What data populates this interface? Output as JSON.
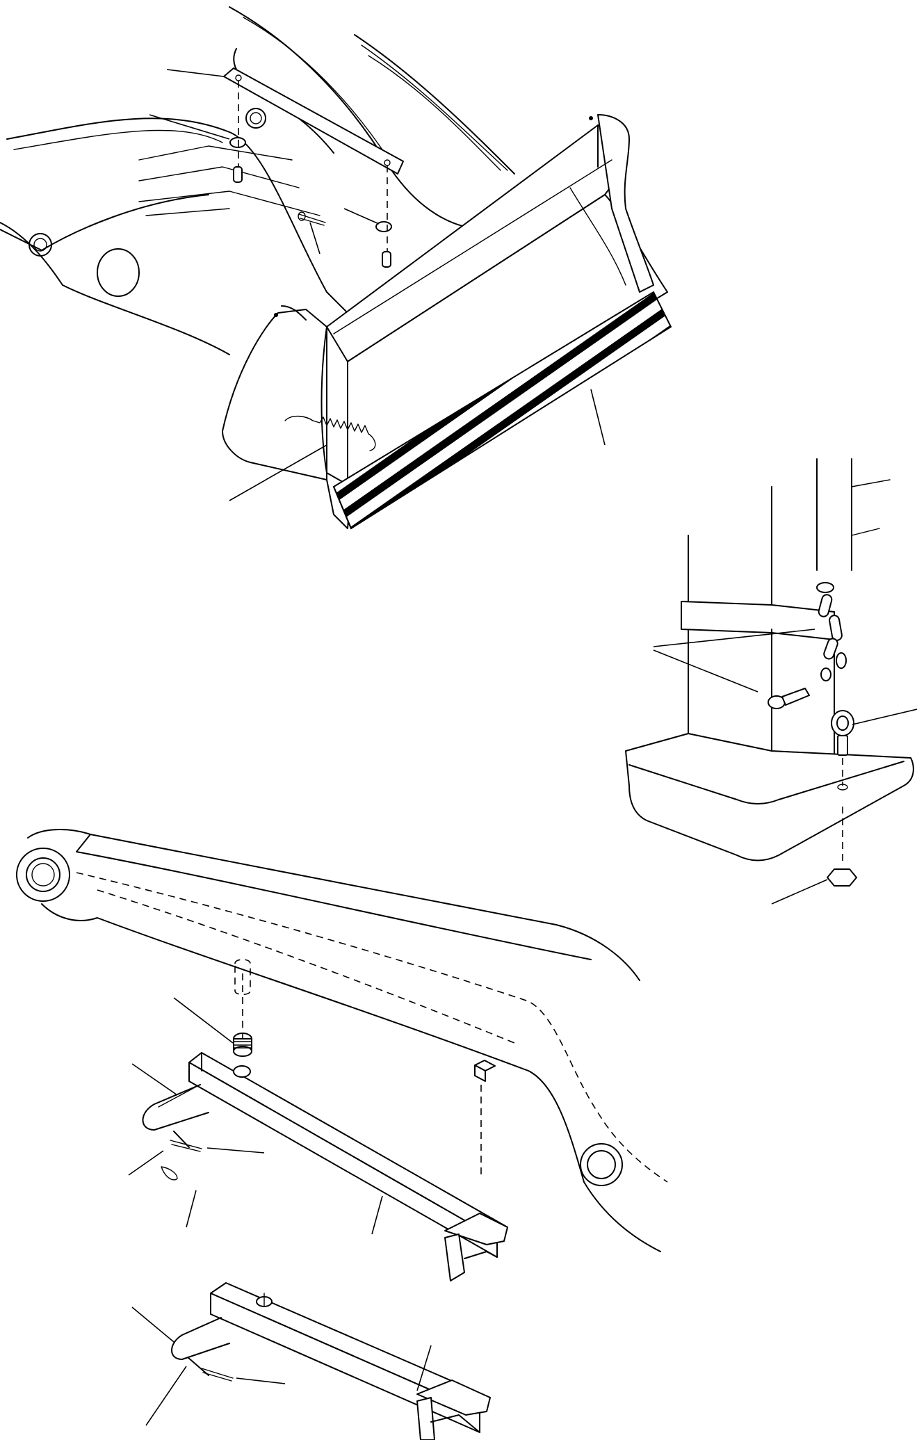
{
  "figure": {
    "assemblies": [
      {
        "id": "loader-bucket",
        "parts": [
          "strap-bar",
          "washer",
          "pin",
          "cotter-pin",
          "spring",
          "hatched-edge"
        ]
      },
      {
        "id": "pillar-base",
        "parts": [
          "chain",
          "eye-bolt",
          "nut"
        ]
      },
      {
        "id": "boom-arm",
        "parts": [
          "lock-bar",
          "grease-nipple",
          "hook-pin",
          "clip",
          "locking-stub"
        ]
      },
      {
        "id": "lock-bar-variant",
        "parts": [
          "hook-pin",
          "clip"
        ]
      }
    ],
    "callout_count": 19,
    "colors": {
      "ink": "#000000",
      "paper": "#ffffff"
    }
  }
}
